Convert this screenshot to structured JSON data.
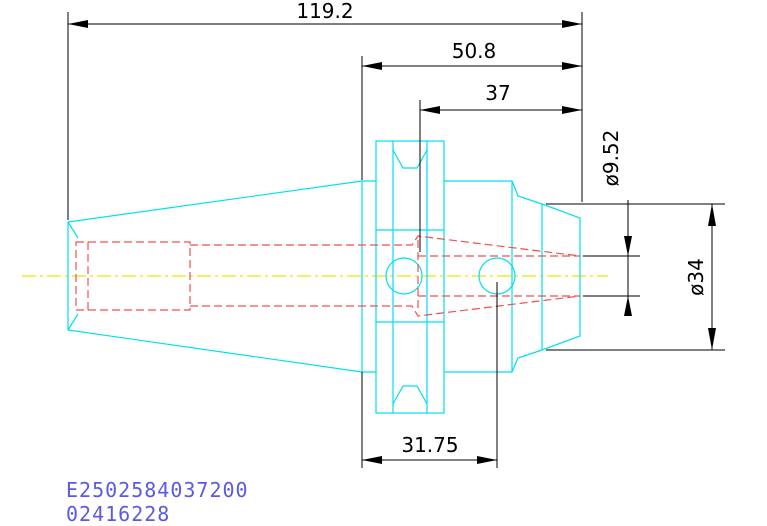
{
  "colors": {
    "outline": "#00e0f0",
    "hidden": "#f05050",
    "centerline": "#e8e800",
    "dimension": "#000000",
    "code_text": "#5a5ae6"
  },
  "dimensions": {
    "overall_length": "119.2",
    "flange_to_end": "50.8",
    "body_length": "37",
    "hole_position": "31.75",
    "bore_diameter": "ø9.52",
    "nose_diameter": "ø34"
  },
  "codes": {
    "line1": "E2502584037200",
    "line2": "02416228"
  }
}
